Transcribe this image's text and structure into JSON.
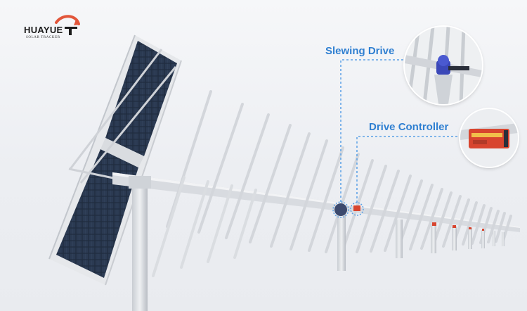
{
  "logo": {
    "brand": "HUAYUE",
    "tagline": "SOLAR TRACKER",
    "brand_color": "#1b1b1b",
    "accent_color": "#e2563a"
  },
  "callouts": [
    {
      "label": "Slewing Drive",
      "icon": "slewing-drive-closeup"
    },
    {
      "label": "Drive Controller",
      "icon": "drive-controller-closeup"
    }
  ],
  "colors": {
    "callout_text": "#2f7fd1",
    "callout_line": "#5aa0e6",
    "structure": "#d7dadf",
    "panel": "#1e2a3d"
  }
}
